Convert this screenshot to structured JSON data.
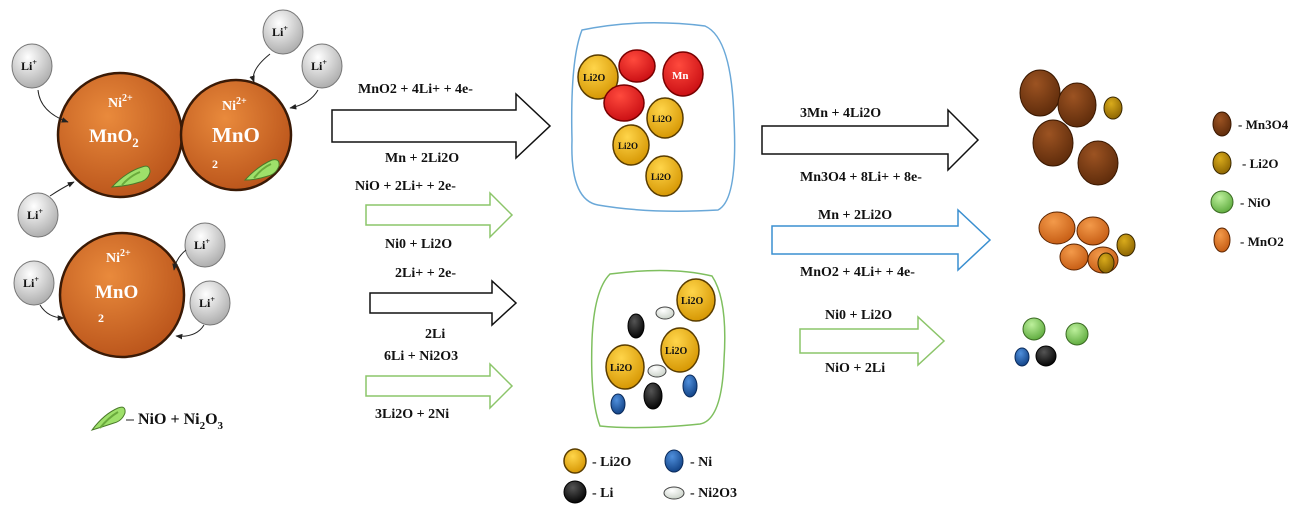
{
  "colors": {
    "particle": "#d2691e",
    "mn3o4": "#7a3b12",
    "mno2": "#e07a2a",
    "li2o": "#f2b705",
    "mn": "#e8141b",
    "nio": "#7ccf52",
    "ni": "#1b5aa8",
    "li": "#111111",
    "ni2o3": "#e8ece6",
    "green_arrow": "#8cc56a",
    "blue_arrow": "#3a8fd0",
    "blue_blob": "#6aa8d8",
    "green_blob": "#7fbf5f",
    "coating": "#9ee06a"
  },
  "particles": [
    {
      "ion": "Ni",
      "ion_sup": "2+",
      "formula": "MnO",
      "formula_sub": "2",
      "sub_on_line": true
    },
    {
      "ion": "Ni",
      "ion_sup": "2+",
      "formula": "MnO",
      "formula_sub": "2",
      "sub_on_line": false
    },
    {
      "ion": "Ni",
      "ion_sup": "2+",
      "formula": "MnO",
      "formula_sub": "2",
      "sub_on_line": false
    }
  ],
  "li_ion": {
    "base": "Li",
    "sup": "+"
  },
  "coating_legend": "NiO + Ni",
  "coating_legend_sub": "2",
  "coating_legend_end": "O",
  "coating_legend_sub2": "3",
  "reactions": {
    "r1_top": "MnO2 + 4Li+ + 4e-",
    "r1_bottom": "Mn + 2Li2O",
    "r2_top": "NiO + 2Li+ + 2e-",
    "r2_bottom": "Ni0 + Li2O",
    "r3_top": "2Li+ + 2e-",
    "r3_bottom": "2Li",
    "r4_top": "6Li + Ni2O3",
    "r4_bottom": "3Li2O + 2Ni",
    "r5_top": "3Mn + 4Li2O",
    "r5_bottom": "Mn3O4 + 8Li+ + 8e-",
    "r6_top": "Mn + 2Li2O",
    "r6_bottom": "MnO2 + 4Li+ + 4e-",
    "r7_top": "Ni0 + Li2O",
    "r7_bottom": "NiO + 2Li"
  },
  "blob_labels": {
    "mn": "Mn",
    "li2o": "Li2O"
  },
  "legend_right": [
    {
      "key": "mn3o4",
      "label": "- Mn3O4"
    },
    {
      "key": "li2o",
      "label": "- Li2O"
    },
    {
      "key": "nio",
      "label": "- NiO"
    },
    {
      "key": "mno2",
      "label": "- MnO2"
    }
  ],
  "legend_bottom": [
    {
      "key": "li2o",
      "label": "- Li2O"
    },
    {
      "key": "ni",
      "label": "- Ni"
    },
    {
      "key": "li",
      "label": "- Li"
    },
    {
      "key": "ni2o3",
      "label": "- Ni2O3"
    }
  ]
}
